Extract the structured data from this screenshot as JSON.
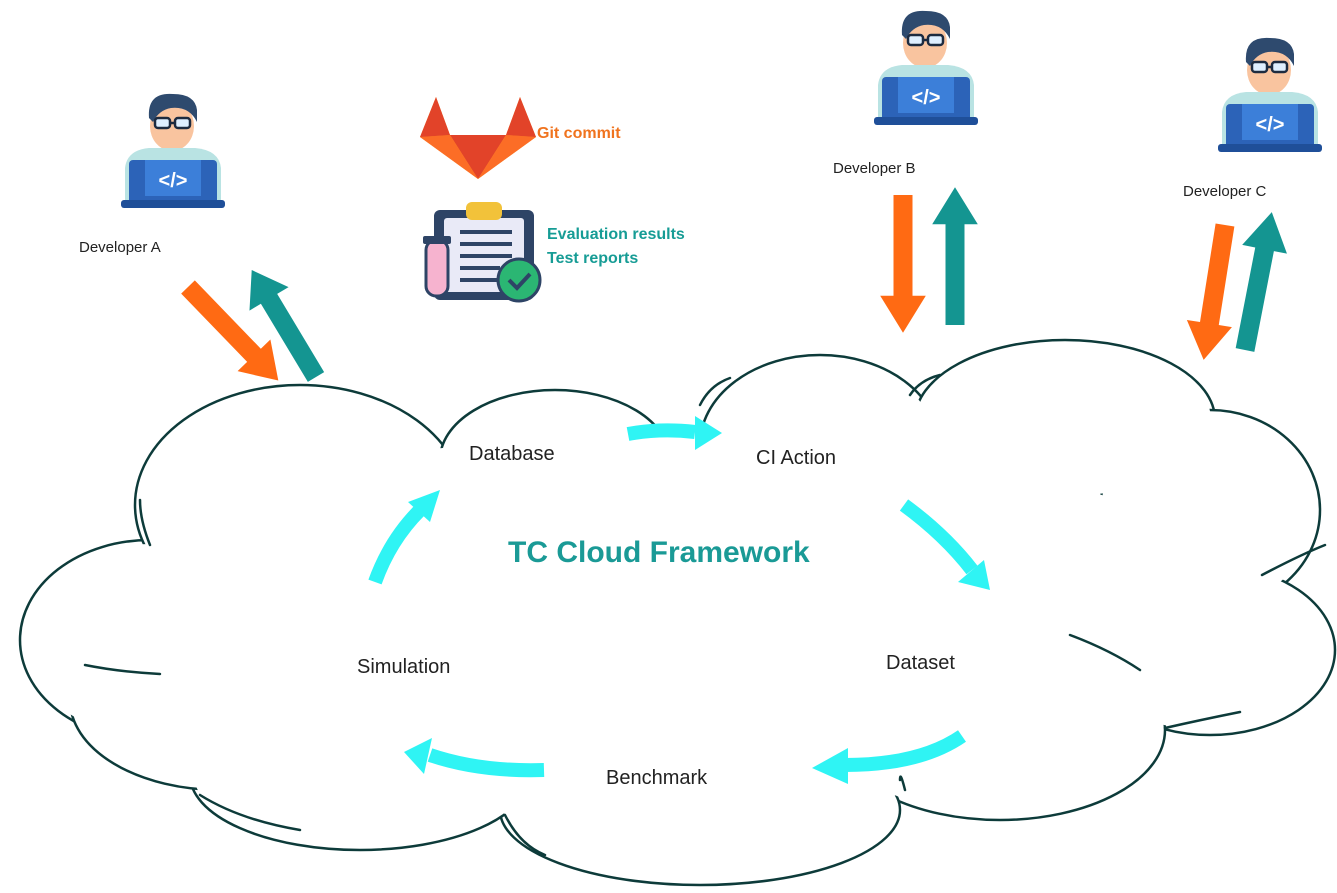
{
  "framework": {
    "title": "TC Cloud Framework"
  },
  "developers": [
    {
      "id": "A",
      "label": "Developer A"
    },
    {
      "id": "B",
      "label": "Developer B"
    },
    {
      "id": "C",
      "label": "Developer C"
    }
  ],
  "stages": [
    {
      "id": "database",
      "label": "Database"
    },
    {
      "id": "ci",
      "label": "CI Action"
    },
    {
      "id": "dataset",
      "label": "Dataset"
    },
    {
      "id": "benchmark",
      "label": "Benchmark"
    },
    {
      "id": "simulation",
      "label": "Simulation"
    }
  ],
  "legend": {
    "commit": "Git commit",
    "results_line1": "Evaluation results",
    "results_line2": "Test reports"
  },
  "colors": {
    "commit_arrow": "#ff6a13",
    "results_arrow": "#149591",
    "cycle_arrow": "#2ff4f4",
    "cloud_stroke": "#0d3b3a",
    "title": "#1a9a96"
  },
  "icons": [
    "developer-icon",
    "gitlab-logo-icon",
    "clipboard-report-icon"
  ]
}
